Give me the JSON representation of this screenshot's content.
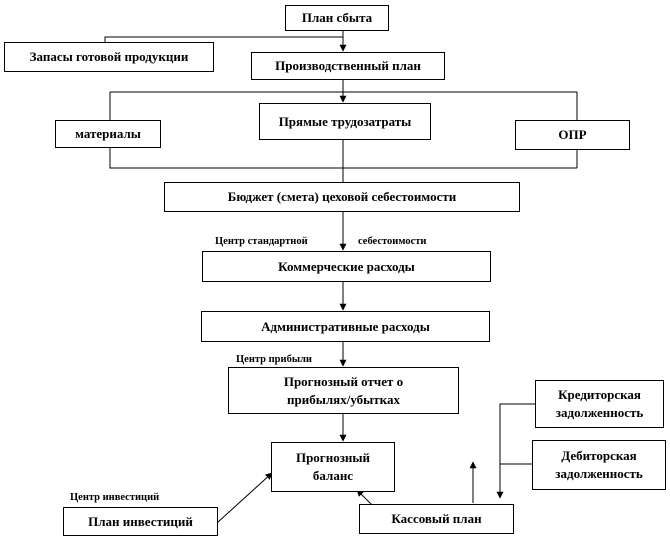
{
  "diagram": {
    "nodes": {
      "sales_plan": "План сбыта",
      "finished_goods": "Запасы готовой продукции",
      "production_plan": "Производственный план",
      "materials": "материалы",
      "direct_labor": "Прямые трудозатраты",
      "overhead": "ОПР",
      "shop_cost_budget": "Бюджет (смета) цеховой себестоимости",
      "commercial_expenses": "Коммерческие расходы",
      "admin_expenses": "Административные расходы",
      "forecast_pl_line1": "Прогнозный отчет о",
      "forecast_pl_line2": "прибылях/убытках",
      "payables_line1": "Кредиторская",
      "payables_line2": "задолженность",
      "receivables_line1": "Дебиторская",
      "receivables_line2": "задолженность",
      "forecast_balance_line1": "Прогнозный",
      "forecast_balance_line2": "баланс",
      "cash_plan": "Кассовый план",
      "investment_plan": "План инвестиций"
    },
    "notes": {
      "standard_cost_center_a": "Центр стандартной",
      "standard_cost_center_b": "себестоимости",
      "profit_center": "Центр прибыли",
      "investment_center": "Центр инвестиций"
    }
  }
}
